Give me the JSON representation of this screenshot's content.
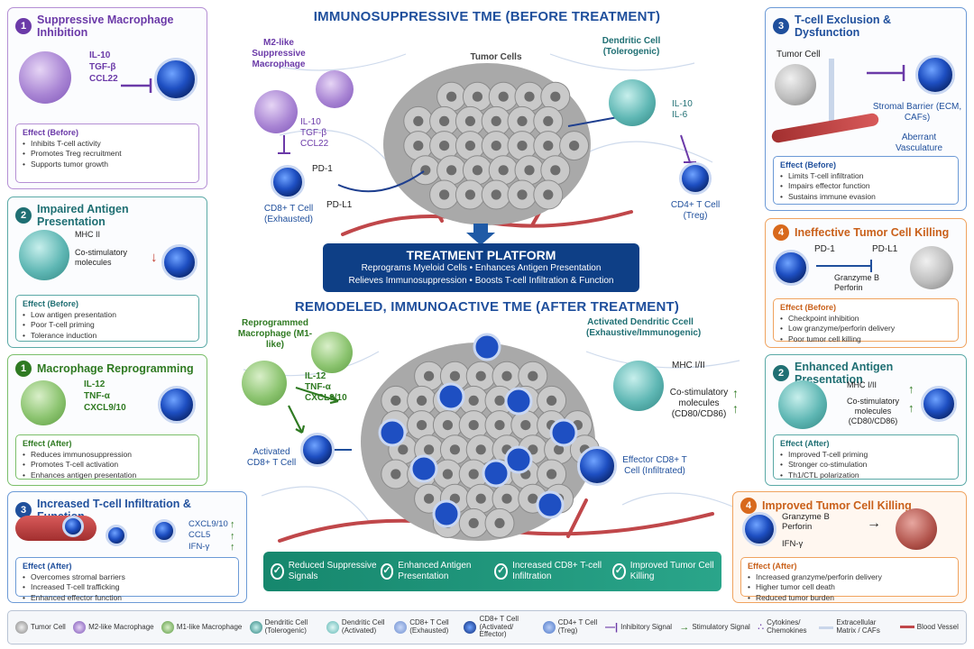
{
  "titles": {
    "before": "IMMUNOSUPPRESSIVE TME (BEFORE TREATMENT)",
    "after": "REMODELED, IMMUNOACTIVE TME (AFTER TREATMENT)"
  },
  "panels": {
    "p1_before": {
      "num": "1",
      "title": "Suppressive Macrophage Inhibition",
      "signals": [
        "IL-10",
        "TGF-β",
        "CCL22"
      ],
      "effect_title": "Effect (Before)",
      "effects": [
        "Inhibits T-cell activity",
        "Promotes Treg recruitment",
        "Supports tumor growth"
      ]
    },
    "p2_before": {
      "num": "2",
      "title": "Impaired Antigen Presentation",
      "labels": [
        "MHC II",
        "Co-stimulatory molecules"
      ],
      "effect_title": "Effect (Before)",
      "effects": [
        "Low antigen presentation",
        "Poor T-cell priming",
        "Tolerance induction"
      ]
    },
    "p3_before": {
      "num": "3",
      "title": "T-cell Exclusion & Dysfunction",
      "labels": [
        "Tumor Cell",
        "Stromal Barrier (ECM, CAFs)",
        "Aberrant Vasculature"
      ],
      "effect_title": "Effect (Before)",
      "effects": [
        "Limits T-cell infiltration",
        "Impairs effector function",
        "Sustains immune evasion"
      ]
    },
    "p4_before": {
      "num": "4",
      "title": "Ineffective Tumor Cell Killing",
      "labels": [
        "PD-1",
        "PD-L1",
        "Granzyme B",
        "Perforin"
      ],
      "effect_title": "Effect (Before)",
      "effects": [
        "Checkpoint inhibition",
        "Low granzyme/perforin delivery",
        "Poor tumor cell killing"
      ]
    },
    "p1_after": {
      "num": "1",
      "title": "Macrophage Reprogramming",
      "signals": [
        "IL-12",
        "TNF-α",
        "CXCL9/10"
      ],
      "effect_title": "Effect (After)",
      "effects": [
        "Reduces immunosuppression",
        "Promotes T-cell activation",
        "Enhances antigen presentation"
      ]
    },
    "p2_after": {
      "num": "2",
      "title": "Enhanced Antigen Presentation",
      "labels": [
        "MHC I/II",
        "Co-stimulatory molecules (CD80/CD86)"
      ],
      "effect_title": "Effect (After)",
      "effects": [
        "Improved T-cell priming",
        "Stronger co-stimulation",
        "Th1/CTL polarization"
      ]
    },
    "p3_after": {
      "num": "3",
      "title": "Increased T-cell Infiltration & Function",
      "signals": [
        "CXCL9/10",
        "CCL5",
        "IFN-γ"
      ],
      "effect_title": "Effect (After)",
      "effects": [
        "Overcomes stromal barriers",
        "Increased T-cell trafficking",
        "Enhanced effector function"
      ]
    },
    "p4_after": {
      "num": "4",
      "title": "Improved Tumor Cell Killing",
      "labels": [
        "Granzyme B",
        "Perforin",
        "IFN-γ"
      ],
      "effect_title": "Effect (After)",
      "effects": [
        "Increased granzyme/perforin delivery",
        "Higher tumor cell death",
        "Reduced tumor burden"
      ]
    }
  },
  "center_before": {
    "macrophage": "M2-like Suppressive Macrophage",
    "macro_signals": [
      "IL-10",
      "TGF-β",
      "CCL22"
    ],
    "tumor": "Tumor Cells",
    "dc": "Dendritic Cell (Tolerogenic)",
    "dc_signals": [
      "IL-10",
      "IL-6"
    ],
    "pd1": "PD-1",
    "pdl1": "PD-L1",
    "cd8": "CD8+ T Cell (Exhausted)",
    "cd4": "CD4+ T Cell (Treg)"
  },
  "platform": {
    "title": "TREATMENT PLATFORM",
    "line1": "Reprograms Myeloid Cells  •  Enhances Antigen Presentation",
    "line2": "Relieves Immunosuppression  •  Boosts T-cell Infiltration & Function"
  },
  "center_after": {
    "macrophage": "Reprogrammed Macrophage (M1-like)",
    "macro_signals": [
      "IL-12",
      "TNF-α",
      "CXCL9/10"
    ],
    "dc": "Activated Dendritic Ccell (Exhaustive/Immunogenic)",
    "mhc": "MHC I/II",
    "costim": "Co-stimulatory molecules (CD80/CD86)",
    "cd8_activated": "Activated CD8+ T Cell",
    "cd8_effector": "Effector CD8+ T Cell (Infiltrated)"
  },
  "outcomes": [
    "Reduced Suppressive Signals",
    "Enhanced Antigen Presentation",
    "Increased CD8+ T-cell Infiltration",
    "Improved Tumor Cell Killing"
  ],
  "legend": [
    {
      "label": "Tumor Cell",
      "kind": "gray"
    },
    {
      "label": "M2-like Macrophage",
      "kind": "purple"
    },
    {
      "label": "M1-like Macrophage",
      "kind": "green"
    },
    {
      "label": "Dendritic Cell (Tolerogenic)",
      "kind": "teal"
    },
    {
      "label": "Dendritic Cell (Activated)",
      "kind": "teal2"
    },
    {
      "label": "CD8+ T Cell (Exhausted)",
      "kind": "blue-pale"
    },
    {
      "label": "CD8+ T Cell (Activated/ Effector)",
      "kind": "blue"
    },
    {
      "label": "CD4+ T Cell (Treg)",
      "kind": "blue-light"
    },
    {
      "label": "Inhibitory Signal",
      "kind": "inhib"
    },
    {
      "label": "Stimulatory Signal",
      "kind": "stim"
    },
    {
      "label": "Cytokines/ Chemokines",
      "kind": "dots"
    },
    {
      "label": "Extracellular Matrix / CAFs",
      "kind": "ecm"
    },
    {
      "label": "Blood Vessel",
      "kind": "vessel"
    }
  ],
  "colors": {
    "purple": "#6b3aa8",
    "teal": "#1f6f73",
    "green": "#2f7a22",
    "blue": "#1f4f9c",
    "orange": "#c9601a",
    "platform": "#0e3f86"
  }
}
